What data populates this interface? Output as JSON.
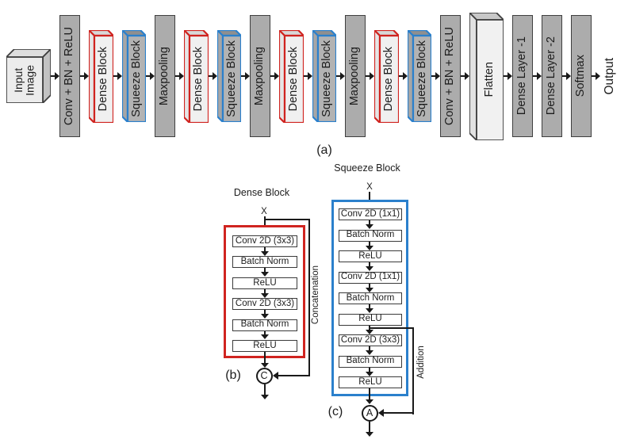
{
  "colors": {
    "dense_border": "#d02420",
    "squeeze_border": "#2b80cc",
    "flat_fill": "#acacac",
    "dark_border": "#3f3f3f",
    "line": "#1a1a1a"
  },
  "pipeline": {
    "panel_label": "(a)",
    "blocks": [
      {
        "type": "cube",
        "name": "input-image",
        "label": "Input\nImage"
      },
      {
        "type": "flat",
        "name": "conv-bn-relu-1",
        "label": "Conv + BN + ReLU"
      },
      {
        "type": "dense",
        "name": "dense-block-1",
        "label": "Dense Block"
      },
      {
        "type": "squeeze",
        "name": "squeeze-block-1",
        "label": "Squeeze Block"
      },
      {
        "type": "flat",
        "name": "maxpooling-1",
        "label": "Maxpooling"
      },
      {
        "type": "dense",
        "name": "dense-block-2",
        "label": "Dense Block"
      },
      {
        "type": "squeeze",
        "name": "squeeze-block-2",
        "label": "Squeeze Block"
      },
      {
        "type": "flat",
        "name": "maxpooling-2",
        "label": "Maxpooling"
      },
      {
        "type": "dense",
        "name": "dense-block-3",
        "label": "Dense Block"
      },
      {
        "type": "squeeze",
        "name": "squeeze-block-3",
        "label": "Squeeze Block"
      },
      {
        "type": "flat",
        "name": "maxpooling-3",
        "label": "Maxpooling"
      },
      {
        "type": "dense",
        "name": "dense-block-4",
        "label": "Dense Block"
      },
      {
        "type": "squeeze",
        "name": "squeeze-block-4",
        "label": "Squeeze Block"
      },
      {
        "type": "flat",
        "name": "conv-bn-relu-2",
        "label": "Conv + BN + ReLU"
      },
      {
        "type": "flatten",
        "name": "flatten",
        "label": "Flatten"
      },
      {
        "type": "flat",
        "name": "dense-layer-1",
        "label": "Dense Layer -1"
      },
      {
        "type": "flat",
        "name": "dense-layer-2",
        "label": "Dense Layer -2"
      },
      {
        "type": "flat",
        "name": "softmax",
        "label": "Softmax"
      },
      {
        "type": "text",
        "name": "output",
        "label": "Output"
      }
    ]
  },
  "dense_detail": {
    "title": "Dense Block",
    "input_label": "X",
    "layers": [
      "Conv 2D (3x3)",
      "Batch Norm",
      "ReLU",
      "Conv 2D (3x3)",
      "Batch Norm",
      "ReLU"
    ],
    "bypass_label": "Concatenation",
    "merge_symbol": "C",
    "panel_label": "(b)"
  },
  "squeeze_detail": {
    "title": "Squeeze Block",
    "input_label": "X",
    "layers": [
      "Conv 2D (1x1)",
      "Batch Norm",
      "ReLU",
      "Conv 2D (1x1)",
      "Batch Norm",
      "ReLU",
      "Conv 2D (3x3)",
      "Batch Norm",
      "ReLU"
    ],
    "bypass_label": "Addition",
    "merge_symbol": "A",
    "panel_label": "(c)"
  }
}
